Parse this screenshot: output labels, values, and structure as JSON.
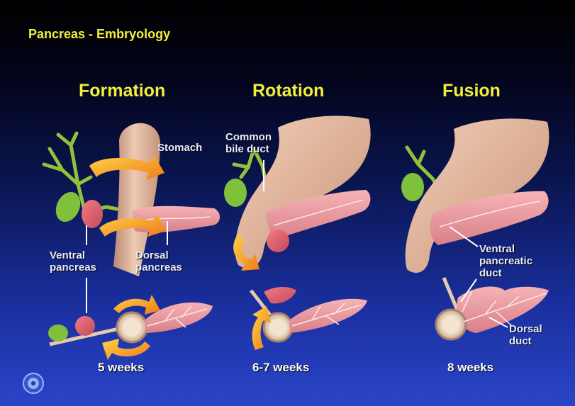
{
  "title": "Pancreas - Embryology",
  "headings": [
    "Formation",
    "Rotation",
    "Fusion"
  ],
  "labels": {
    "stomach": "Stomach",
    "ventral_pancreas": [
      "Ventral",
      "pancreas"
    ],
    "dorsal_pancreas": [
      "Dorsal",
      "pancreas"
    ],
    "common_bile_duct": [
      "Common",
      "bile duct"
    ],
    "ventral_pancreatic_duct": [
      "Ventral",
      "pancreatic",
      "duct"
    ],
    "dorsal_duct": [
      "Dorsal",
      "duct"
    ]
  },
  "weeks": [
    "5 weeks",
    "6-7 weeks",
    "8 weeks"
  ],
  "colors": {
    "title": "#f2ef3a",
    "label": "#e8ecff",
    "background_top": "#000000",
    "background_bottom": "#2a45c8"
  }
}
